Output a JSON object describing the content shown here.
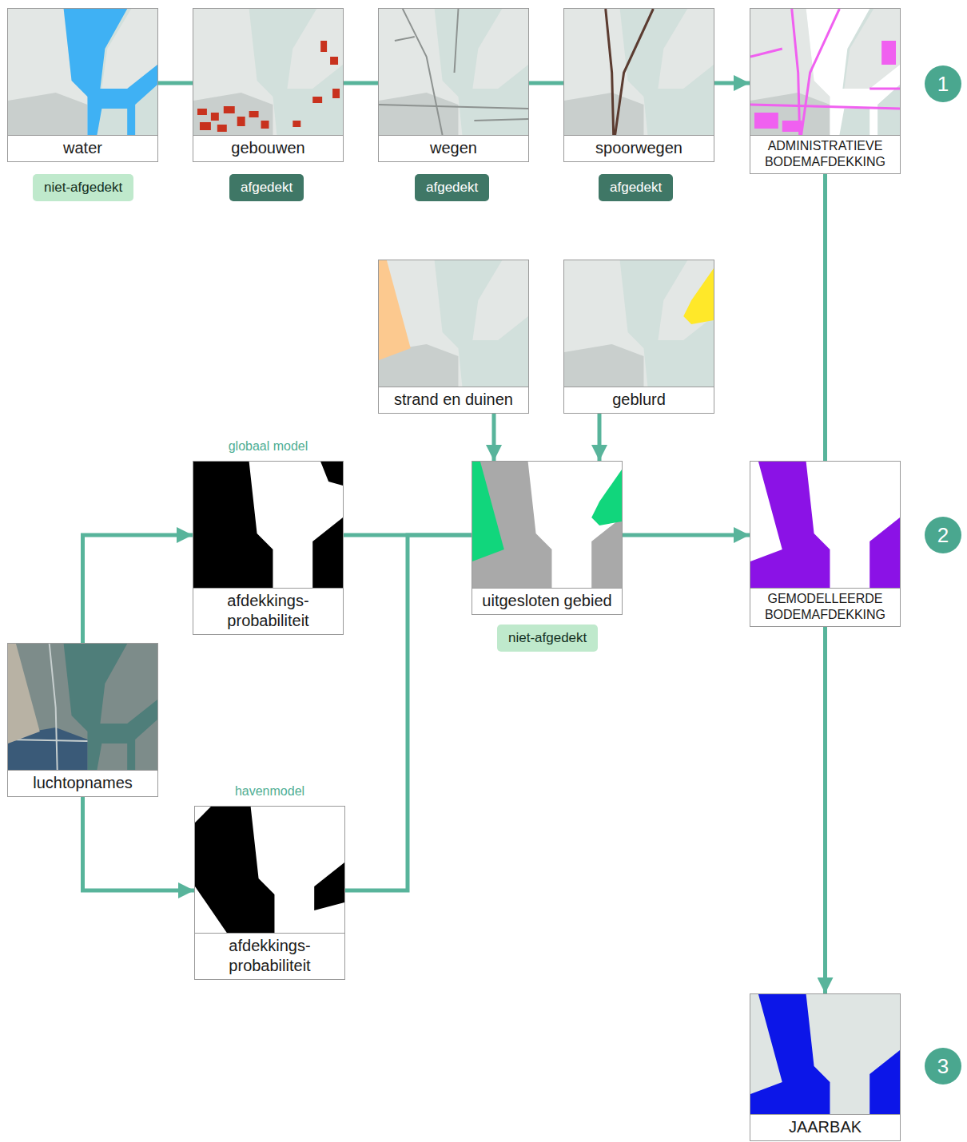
{
  "diagram": {
    "nodes": [
      {
        "text": [
          "water"
        ]
      },
      {
        "text": [
          "gebouwen"
        ]
      },
      {
        "text": [
          "wegen"
        ]
      },
      {
        "text": [
          "spoorwegen"
        ]
      },
      {
        "text": [
          "ADMINISTRATIEVE BODEMAFDEKKING"
        ]
      },
      {
        "text": [
          "niet-afgedekt"
        ]
      },
      {
        "text": [
          "afgedekt"
        ]
      },
      {
        "text": [
          "afgedekt"
        ]
      },
      {
        "text": [
          "afgedekt"
        ]
      },
      {
        "text": [
          "strand en duinen"
        ]
      },
      {
        "text": [
          "geblurd"
        ]
      },
      {
        "text": [
          "globaal model",
          "afdekkings- probabiliteit"
        ]
      },
      {
        "text": [
          "uitgesloten gebied"
        ]
      },
      {
        "text": [
          "GEMODELLEERDE BODEMAFDEKKING"
        ]
      },
      {
        "text": [
          "niet-afgedekt"
        ]
      },
      {
        "text": [
          "luchtopnames"
        ]
      },
      {
        "text": [
          "havenmodel",
          "afdekkings- probabiliteit"
        ]
      },
      {
        "text": [
          "JAARBAK"
        ]
      }
    ],
    "edges": [
      {
        "from": 0,
        "to": 1,
        "arrow": "none"
      },
      {
        "from": 1,
        "to": 2,
        "arrow": "none"
      },
      {
        "from": 2,
        "to": 3,
        "arrow": "none"
      },
      {
        "from": 3,
        "to": 4,
        "arrow": "to"
      },
      {
        "from": 4,
        "to": 13,
        "arrow": "none"
      },
      {
        "from": 9,
        "to": 12,
        "arrow": "to"
      },
      {
        "from": 10,
        "to": 12,
        "arrow": "to"
      },
      {
        "from": 11,
        "to": 12,
        "arrow": "none"
      },
      {
        "from": 16,
        "to": 12,
        "arrow": "none"
      },
      {
        "from": 12,
        "to": 13,
        "arrow": "to"
      },
      {
        "from": 15,
        "to": 11,
        "arrow": "to"
      },
      {
        "from": 15,
        "to": 16,
        "arrow": "to"
      },
      {
        "from": 13,
        "to": 17,
        "arrow": "to"
      }
    ],
    "labels": [
      "1",
      "2",
      "3"
    ]
  }
}
